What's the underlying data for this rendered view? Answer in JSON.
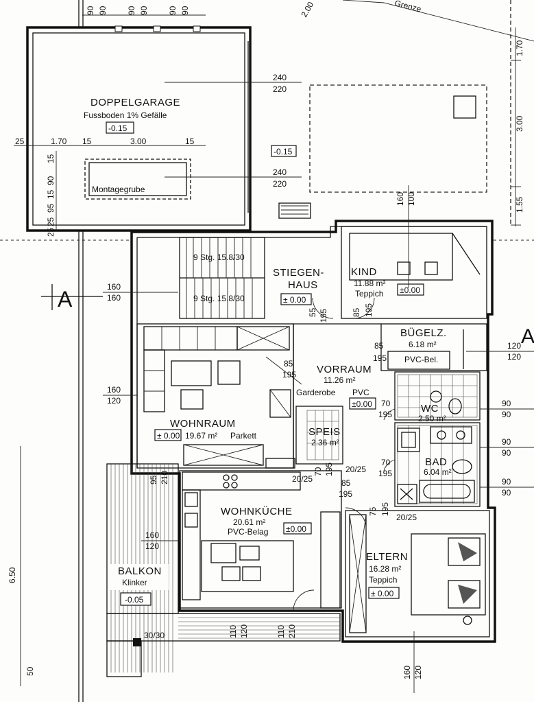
{
  "plan": {
    "top_margin": {
      "cut_label": "2.00",
      "boundary_label": "Grenze",
      "dims_top": [
        "90",
        "90",
        "90",
        "90",
        "90",
        "90"
      ]
    },
    "right_margin_dims": [
      "1.70",
      "3.00",
      "1.55"
    ],
    "left_margin_dims": [
      "6.50",
      "50"
    ],
    "section_marker": "A",
    "garage": {
      "name": "DOPPELGARAGE",
      "floor": "Fussboden 1% Gefälle",
      "level": "-0.15",
      "pit": "Montagegrube",
      "door_top": [
        "240",
        "220"
      ],
      "door_bottom": [
        "240",
        "220"
      ],
      "level_outside": "-0.15",
      "dims_h": [
        "25",
        "1.70",
        "15",
        "3.00",
        "15"
      ],
      "dims_v": [
        "15",
        "90",
        "15",
        "95",
        "25",
        "25"
      ]
    },
    "stair": {
      "name_1": "STIEGEN-",
      "name_2": "HAUS",
      "level": "± 0.00",
      "run_1": "9 Stg. 15.8/30",
      "run_2": "9 Stg. 15.8/30",
      "dims": [
        "160",
        "160"
      ],
      "door": [
        "55",
        "195"
      ]
    },
    "kind": {
      "name": "KIND",
      "area": "11.88 m²",
      "floor": "Teppich",
      "level": "±0.00",
      "window": [
        "160",
        "100"
      ],
      "door": [
        "85",
        "195"
      ]
    },
    "buegel": {
      "name": "BÜGELZ.",
      "area": "6.18 m²",
      "floor": "PVC-Bel.",
      "door": [
        "85",
        "195"
      ],
      "window": [
        "120",
        "120"
      ]
    },
    "vorraum": {
      "name": "VORRAUM",
      "area": "11.26 m²",
      "floor": "PVC",
      "level": "±0.00",
      "garderobe": "Garderobe",
      "door": [
        "85",
        "195"
      ]
    },
    "wohnraum": {
      "name": "WOHNRAUM",
      "area": "19.67 m²",
      "floor": "Parkett",
      "level": "± 0.00",
      "window_left": [
        "160",
        "120"
      ],
      "door": [
        "95",
        "210"
      ]
    },
    "speis": {
      "name": "SPEIS",
      "area": "2.36 m²",
      "door": [
        "70",
        "195"
      ]
    },
    "wc": {
      "name": "WC",
      "area": "2.50 m²",
      "door": [
        "70",
        "195"
      ],
      "window": [
        "90",
        "90"
      ]
    },
    "bad": {
      "name": "BAD",
      "area": "6.04 m²",
      "door": [
        "70",
        "195"
      ],
      "window_1": [
        "90",
        "90"
      ],
      "window_2": [
        "90",
        "90"
      ],
      "pillar": "20/25"
    },
    "kueche": {
      "name": "WOHNKÜCHE",
      "area": "20.61 m²",
      "floor": "PVC-Belag",
      "level": "±0.00",
      "window_left": [
        "160",
        "120"
      ],
      "door": [
        "85",
        "195"
      ],
      "pillar": "20/25",
      "pillar_2": "20/25",
      "bottom_dims": [
        "110",
        "120",
        "110",
        "210"
      ]
    },
    "eltern": {
      "name": "ELTERN",
      "area": "16.28 m²",
      "floor": "Teppich",
      "level": "± 0.00",
      "door": [
        "75",
        "195"
      ],
      "window_bottom": [
        "160",
        "120"
      ]
    },
    "balkon": {
      "name": "BALKON",
      "floor": "Klinker",
      "level": "-0.05",
      "post": "30/30"
    }
  }
}
